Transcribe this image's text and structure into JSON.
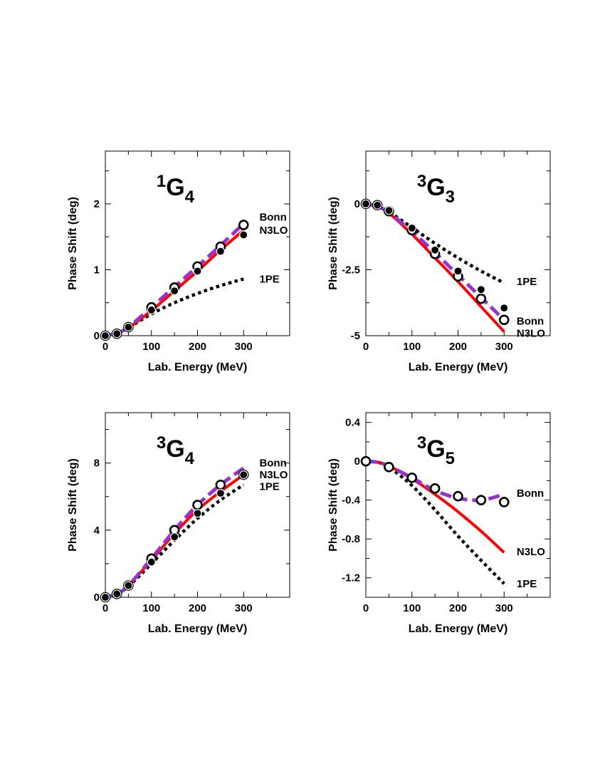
{
  "chart_data": [
    {
      "type": "line",
      "title": {
        "sup": "1",
        "main": "G",
        "sub": "4"
      },
      "xlabel": "Lab. Energy (MeV)",
      "ylabel": "Phase Shift (deg)",
      "xlim": [
        0,
        400
      ],
      "ylim": [
        0,
        2.8
      ],
      "xticks": [
        0,
        100,
        200,
        300
      ],
      "yticks": [
        0,
        1,
        2
      ],
      "ytick_labels": [
        "0",
        "1",
        "2"
      ],
      "grid": false,
      "series": [
        {
          "name": "N3LO",
          "style": "solid",
          "color": "#ff0000",
          "x": [
            0,
            25,
            50,
            100,
            150,
            200,
            250,
            300
          ],
          "y": [
            0,
            0.04,
            0.12,
            0.38,
            0.68,
            0.98,
            1.3,
            1.6
          ]
        },
        {
          "name": "Bonn",
          "style": "dashed",
          "color": "#9932cc",
          "x": [
            0,
            25,
            50,
            100,
            150,
            200,
            250,
            300
          ],
          "y": [
            0,
            0.04,
            0.13,
            0.43,
            0.74,
            1.05,
            1.37,
            1.7
          ]
        },
        {
          "name": "1PE",
          "style": "dotted",
          "color": "#000000",
          "x": [
            0,
            25,
            50,
            100,
            150,
            200,
            250,
            300
          ],
          "y": [
            0,
            0.03,
            0.12,
            0.33,
            0.5,
            0.64,
            0.76,
            0.86
          ]
        },
        {
          "name": "",
          "style": "open-circles",
          "x": [
            0,
            25,
            50,
            100,
            150,
            200,
            250,
            300
          ],
          "y": [
            0,
            0.03,
            0.13,
            0.43,
            0.73,
            1.05,
            1.35,
            1.68
          ]
        },
        {
          "name": "",
          "style": "filled-circles",
          "x": [
            0,
            25,
            50,
            100,
            150,
            200,
            250,
            300
          ],
          "y": [
            0,
            0.03,
            0.13,
            0.39,
            0.68,
            0.98,
            1.28,
            1.53
          ]
        }
      ],
      "curve_labels": [
        {
          "text": "Bonn",
          "x": 325,
          "y": 1.8
        },
        {
          "text": "N3LO",
          "x": 325,
          "y": 1.6
        },
        {
          "text": "1PE",
          "x": 325,
          "y": 0.86
        }
      ]
    },
    {
      "type": "line",
      "title": {
        "sup": "3",
        "main": "G",
        "sub": "3"
      },
      "xlabel": "Lab. Energy (MeV)",
      "ylabel": "Phase Shift (deg)",
      "xlim": [
        0,
        400
      ],
      "ylim": [
        -5,
        2
      ],
      "xticks": [
        0,
        100,
        200,
        300
      ],
      "yticks": [
        0,
        -2.5,
        -5
      ],
      "ytick_labels": [
        "0",
        "-2.5",
        "-5"
      ],
      "grid": false,
      "series": [
        {
          "name": "N3LO",
          "style": "solid",
          "color": "#ff0000",
          "x": [
            0,
            25,
            50,
            100,
            150,
            200,
            250,
            300
          ],
          "y": [
            0,
            -0.1,
            -0.35,
            -1.15,
            -2.05,
            -2.95,
            -3.9,
            -4.85
          ]
        },
        {
          "name": "Bonn",
          "style": "dashed",
          "color": "#9932cc",
          "x": [
            0,
            25,
            50,
            100,
            150,
            200,
            250,
            300
          ],
          "y": [
            0,
            -0.1,
            -0.33,
            -1.05,
            -1.85,
            -2.7,
            -3.55,
            -4.4
          ]
        },
        {
          "name": "1PE",
          "style": "dotted",
          "color": "#000000",
          "x": [
            0,
            25,
            50,
            100,
            150,
            200,
            250,
            300
          ],
          "y": [
            0,
            -0.08,
            -0.3,
            -0.9,
            -1.5,
            -2.05,
            -2.55,
            -3.0
          ]
        },
        {
          "name": "",
          "style": "open-circles",
          "x": [
            0,
            25,
            50,
            100,
            150,
            200,
            250,
            300
          ],
          "y": [
            0,
            -0.05,
            -0.28,
            -1.0,
            -1.9,
            -2.75,
            -3.6,
            -4.4
          ]
        },
        {
          "name": "",
          "style": "filled-circles",
          "x": [
            0,
            25,
            50,
            100,
            150,
            200,
            250,
            300
          ],
          "y": [
            0,
            -0.05,
            -0.25,
            -0.92,
            -1.75,
            -2.55,
            -3.25,
            -3.95
          ]
        }
      ],
      "curve_labels": [
        {
          "text": "1PE",
          "x": 318,
          "y": -2.95
        },
        {
          "text": "Bonn",
          "x": 318,
          "y": -4.45
        },
        {
          "text": "N3LO",
          "x": 318,
          "y": -4.9
        }
      ]
    },
    {
      "type": "line",
      "title": {
        "sup": "3",
        "main": "G",
        "sub": "4"
      },
      "xlabel": "Lab. Energy (MeV)",
      "ylabel": "Phase Shift (deg)",
      "xlim": [
        0,
        400
      ],
      "ylim": [
        0,
        11
      ],
      "xticks": [
        0,
        100,
        200,
        300
      ],
      "yticks": [
        0,
        4,
        8
      ],
      "ytick_labels": [
        "0",
        "4",
        "8"
      ],
      "grid": false,
      "series": [
        {
          "name": "N3LO",
          "style": "solid",
          "color": "#ff0000",
          "x": [
            0,
            25,
            50,
            100,
            150,
            200,
            250,
            300
          ],
          "y": [
            0,
            0.2,
            0.7,
            2.2,
            3.8,
            5.2,
            6.3,
            7.3
          ]
        },
        {
          "name": "Bonn",
          "style": "dashed",
          "color": "#9932cc",
          "x": [
            0,
            25,
            50,
            100,
            150,
            200,
            250,
            300
          ],
          "y": [
            0,
            0.2,
            0.7,
            2.3,
            4.0,
            5.5,
            6.7,
            7.7
          ]
        },
        {
          "name": "1PE",
          "style": "dotted",
          "color": "#000000",
          "x": [
            0,
            25,
            50,
            100,
            150,
            200,
            250,
            300
          ],
          "y": [
            0,
            0.2,
            0.65,
            2.0,
            3.4,
            4.7,
            5.8,
            6.7
          ]
        },
        {
          "name": "",
          "style": "open-circles",
          "x": [
            0,
            25,
            50,
            100,
            150,
            200,
            250,
            300
          ],
          "y": [
            0,
            0.2,
            0.7,
            2.3,
            4.0,
            5.5,
            6.7,
            7.3
          ]
        },
        {
          "name": "",
          "style": "filled-circles",
          "x": [
            0,
            25,
            50,
            100,
            150,
            200,
            250,
            300
          ],
          "y": [
            0,
            0.2,
            0.7,
            2.1,
            3.6,
            5.0,
            6.2,
            7.3
          ]
        }
      ],
      "curve_labels": [
        {
          "text": "Bonn",
          "x": 325,
          "y": 8.0
        },
        {
          "text": "N3LO",
          "x": 325,
          "y": 7.3
        },
        {
          "text": "1PE",
          "x": 325,
          "y": 6.6
        }
      ]
    },
    {
      "type": "line",
      "title": {
        "sup": "3",
        "main": "G",
        "sub": "5"
      },
      "xlabel": "Lab. Energy (MeV)",
      "ylabel": "Phase Shift (deg)",
      "xlim": [
        0,
        400
      ],
      "ylim": [
        -1.4,
        0.5
      ],
      "xticks": [
        0,
        100,
        200,
        300
      ],
      "yticks": [
        0.4,
        0,
        -0.4,
        -0.8,
        -1.2
      ],
      "ytick_labels": [
        "0.4",
        "0",
        "-0.4",
        "-0.8",
        "-1.2"
      ],
      "grid": false,
      "series": [
        {
          "name": "N3LO",
          "style": "solid",
          "color": "#ff0000",
          "x": [
            0,
            25,
            50,
            100,
            150,
            200,
            250,
            300
          ],
          "y": [
            0,
            -0.01,
            -0.05,
            -0.18,
            -0.34,
            -0.52,
            -0.72,
            -0.94
          ]
        },
        {
          "name": "Bonn",
          "style": "dashed",
          "color": "#9932cc",
          "x": [
            0,
            25,
            50,
            100,
            150,
            200,
            250,
            300
          ],
          "y": [
            0,
            -0.01,
            -0.05,
            -0.17,
            -0.3,
            -0.38,
            -0.4,
            -0.34
          ]
        },
        {
          "name": "1PE",
          "style": "dotted",
          "color": "#000000",
          "x": [
            0,
            25,
            50,
            100,
            150,
            200,
            250,
            300
          ],
          "y": [
            0,
            -0.01,
            -0.06,
            -0.25,
            -0.5,
            -0.77,
            -1.02,
            -1.26
          ]
        },
        {
          "name": "",
          "style": "open-circles",
          "x": [
            0,
            50,
            100,
            150,
            200,
            250,
            300
          ],
          "y": [
            0,
            -0.06,
            -0.17,
            -0.28,
            -0.36,
            -0.4,
            -0.42
          ]
        }
      ],
      "curve_labels": [
        {
          "text": "Bonn",
          "x": 318,
          "y": -0.33
        },
        {
          "text": "N3LO",
          "x": 318,
          "y": -0.93
        },
        {
          "text": "1PE",
          "x": 318,
          "y": -1.26
        }
      ]
    }
  ]
}
